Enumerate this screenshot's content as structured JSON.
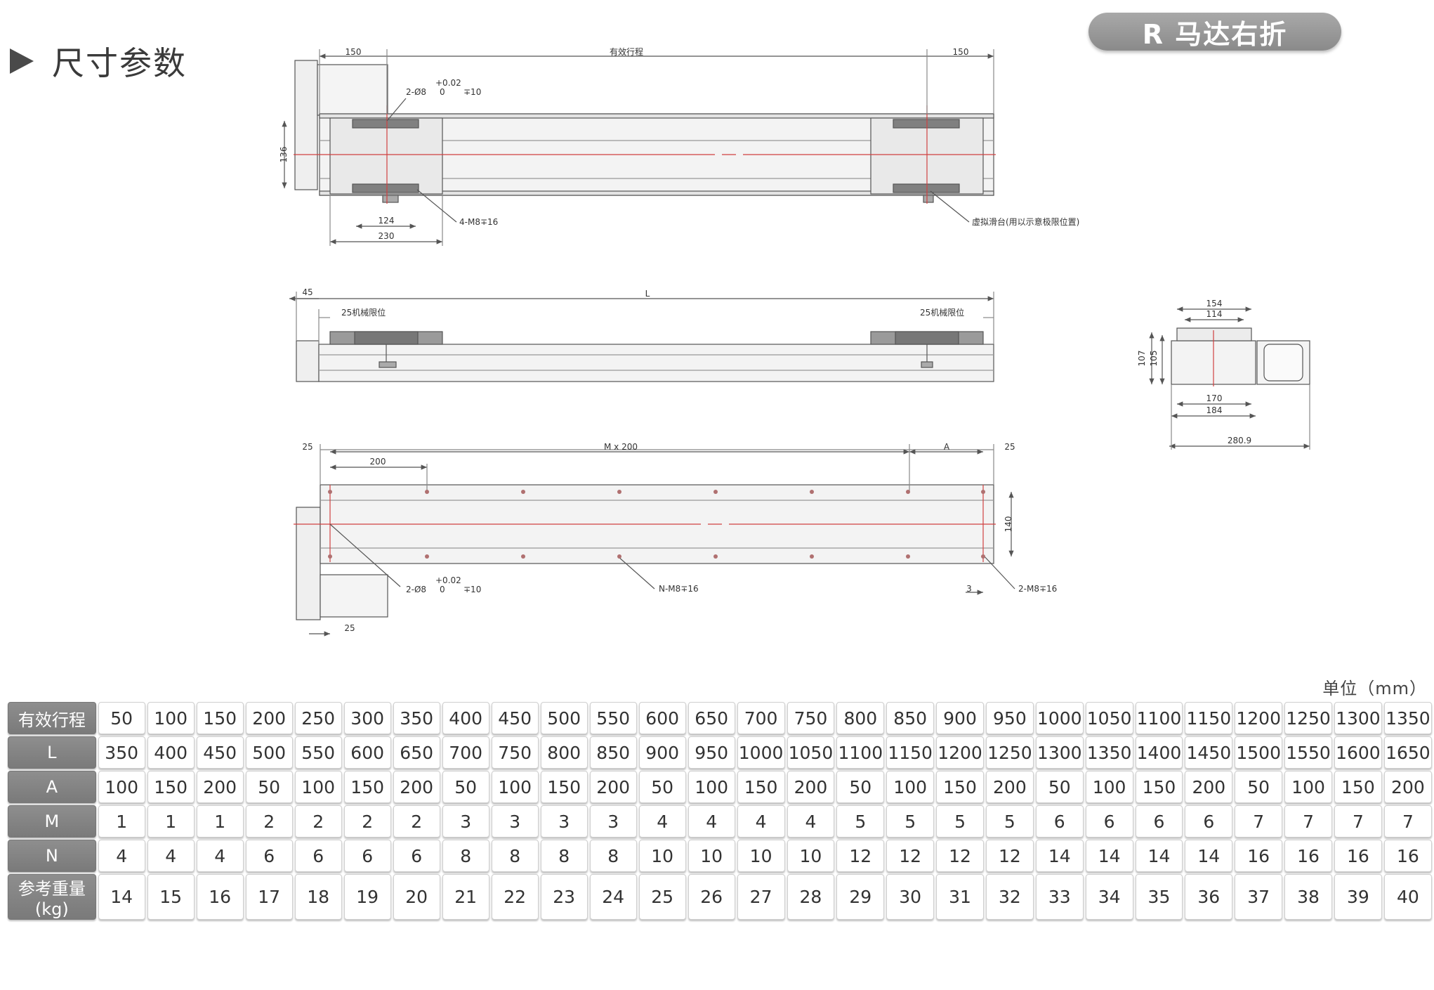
{
  "section_title": "尺寸参数",
  "badge": "R 马达右折",
  "unit": "单位（mm）",
  "drawing": {
    "top": {
      "dim_left": "150",
      "dim_stroke": "有效行程",
      "dim_right": "150",
      "tol": "+0.02",
      "tol_zero": "0",
      "hole_note": "2-Ø8",
      "hole_depth": "∓10",
      "dim_height": "136",
      "dim_124": "124",
      "dim_230": "230",
      "screw_note": "4-M8∓16",
      "virtual_note": "虚拟滑台(用以示意极限位置)"
    },
    "side": {
      "dim_45": "45",
      "dim_L": "L",
      "limit_left": "25机械限位",
      "limit_right": "25机械限位"
    },
    "end": {
      "dim_154": "154",
      "dim_114": "114",
      "dim_107": "107",
      "dim_105": "105",
      "dim_170": "170",
      "dim_184": "184",
      "dim_2809": "280.9"
    },
    "bottom": {
      "dim_25a": "25",
      "dim_200": "200",
      "dim_Mx200": "M x 200",
      "dim_A": "A",
      "dim_25b": "25",
      "dim_140": "140",
      "tol": "+0.02",
      "tol_zero": "0",
      "hole_note": "2-Ø8",
      "hole_depth": "∓10",
      "n_note": "N-M8∓16",
      "dim_3": "3",
      "m_note": "2-M8∓16",
      "dim_25c": "25"
    }
  },
  "table": {
    "rows": [
      {
        "label": "有效行程",
        "values": [
          "50",
          "100",
          "150",
          "200",
          "250",
          "300",
          "350",
          "400",
          "450",
          "500",
          "550",
          "600",
          "650",
          "700",
          "750",
          "800",
          "850",
          "900",
          "950",
          "1000",
          "1050",
          "1100",
          "1150",
          "1200",
          "1250",
          "1300",
          "1350"
        ]
      },
      {
        "label": "L",
        "values": [
          "350",
          "400",
          "450",
          "500",
          "550",
          "600",
          "650",
          "700",
          "750",
          "800",
          "850",
          "900",
          "950",
          "1000",
          "1050",
          "1100",
          "1150",
          "1200",
          "1250",
          "1300",
          "1350",
          "1400",
          "1450",
          "1500",
          "1550",
          "1600",
          "1650"
        ]
      },
      {
        "label": "A",
        "values": [
          "100",
          "150",
          "200",
          "50",
          "100",
          "150",
          "200",
          "50",
          "100",
          "150",
          "200",
          "50",
          "100",
          "150",
          "200",
          "50",
          "100",
          "150",
          "200",
          "50",
          "100",
          "150",
          "200",
          "50",
          "100",
          "150",
          "200"
        ]
      },
      {
        "label": "M",
        "values": [
          "1",
          "1",
          "1",
          "2",
          "2",
          "2",
          "2",
          "3",
          "3",
          "3",
          "3",
          "4",
          "4",
          "4",
          "4",
          "5",
          "5",
          "5",
          "5",
          "6",
          "6",
          "6",
          "6",
          "7",
          "7",
          "7",
          "7"
        ]
      },
      {
        "label": "N",
        "values": [
          "4",
          "4",
          "4",
          "6",
          "6",
          "6",
          "6",
          "8",
          "8",
          "8",
          "8",
          "10",
          "10",
          "10",
          "10",
          "12",
          "12",
          "12",
          "12",
          "14",
          "14",
          "14",
          "14",
          "16",
          "16",
          "16",
          "16"
        ]
      },
      {
        "label": "参考重量(kg)",
        "values": [
          "14",
          "15",
          "16",
          "17",
          "18",
          "19",
          "20",
          "21",
          "22",
          "23",
          "24",
          "25",
          "26",
          "27",
          "28",
          "29",
          "30",
          "31",
          "32",
          "33",
          "34",
          "35",
          "36",
          "37",
          "38",
          "39",
          "40"
        ]
      }
    ]
  }
}
